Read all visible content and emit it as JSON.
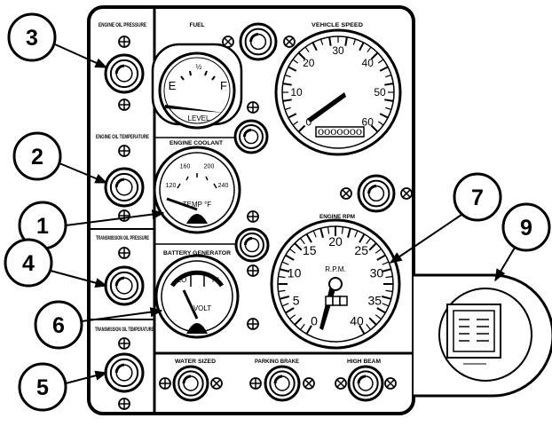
{
  "panel": {
    "labels": {
      "engine_oil_pressure": "ENGINE OIL PRESSURE",
      "engine_oil_temperature": "ENGINE OIL TEMPERATURE",
      "transmission_oil_pressure": "TRANSMISSION OIL PRESSURE",
      "transmission_oil_temperature": "TRANSMISSION OIL TEMPERATURE",
      "fuel": "FUEL",
      "vehicle_speed": "VEHICLE SPEED",
      "engine_coolant": "ENGINE COOLANT",
      "battery_generator": "BATTERY GENERATOR",
      "engine_rpm": "ENGINE RPM",
      "water_sized": "WATER SIZED",
      "parking_brake": "PARKING BRAKE",
      "high_beam": "HIGH BEAM"
    }
  },
  "fuel_gauge": {
    "empty": "E",
    "half": "½",
    "full": "F",
    "unit": "LEVEL"
  },
  "speedometer": {
    "ticks": [
      "0",
      "10",
      "20",
      "30",
      "40",
      "50",
      "60"
    ],
    "odometer": "0000000"
  },
  "coolant_gauge": {
    "ticks": [
      "120",
      "160",
      "200",
      "240"
    ],
    "unit": "TEMP °F"
  },
  "battery_gauge": {
    "low": "LO",
    "high": "HI",
    "unit": "VOLT"
  },
  "tachometer": {
    "ticks": [
      "0",
      "5",
      "10",
      "15",
      "20",
      "25",
      "30",
      "35",
      "40"
    ],
    "unit": "R.P.M."
  },
  "callouts": [
    "3",
    "2",
    "1",
    "4",
    "6",
    "5",
    "7",
    "9"
  ]
}
